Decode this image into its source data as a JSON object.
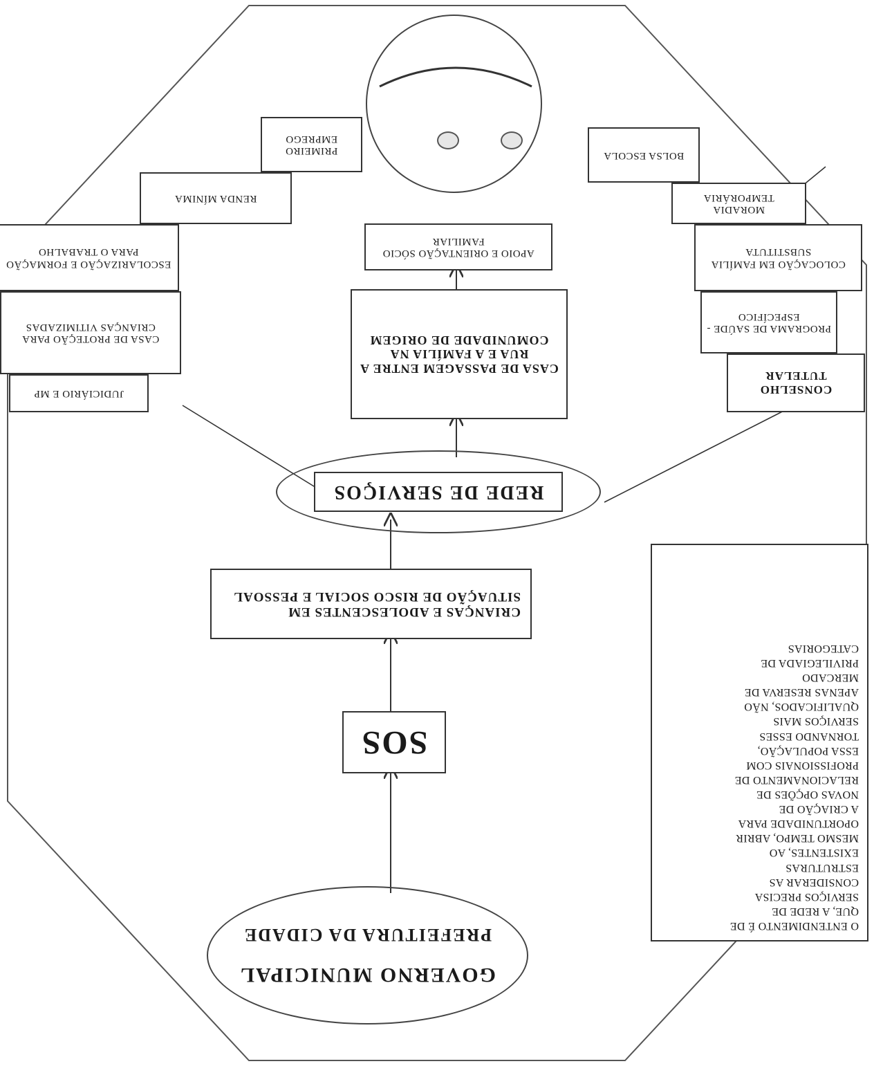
{
  "government": {
    "line1": "GOVERNO MUNICIPAL",
    "line2": "PREFEITURA DA CIDADE"
  },
  "sos": "SOS",
  "target_group": "CRIANÇAS E ADOLESCENTES EM SITUAÇÃO DE RISCO SOCIAL E PESSOAL",
  "network": "REDE DE SERVIÇOS",
  "left_column": {
    "judiciario": "JUDICIÁRIO E MP",
    "casa_protecao": "CASA DE PROTEÇÃO PARA CRIANÇAS VITIMIZADAS",
    "escolarizacao": "ESCOLARIZAÇÃO E FORMAÇÃO PARA O TRABALHO",
    "renda": "RENDA MÍNIMA",
    "emprego": "PRIMEIRO EMPREGO"
  },
  "center_column": {
    "casa_passagem": "CASA DE PASSAGEM ENTRE A RUA E A FAMÍLIA NA COMUNIDADE DE ORIGEM",
    "apoio": "APOIO E ORIENTAÇÃO SÓCIO FAMILIAR"
  },
  "right_column": {
    "conselho": "CONSELHO TUTELAR",
    "programa_saude": "PROGRAMA DE SAÚDE - ESPECÍFICO",
    "colocacao": "COLOCAÇÃO EM FAMÍLIA SUBSTITUTA",
    "moradia": "MORADIA TEMPORÁRIA",
    "bolsa": "BOLSA ESCOLA"
  },
  "note": "O ENTENDIMENTO É DE\nQUE, A REDE DE\nSERVIÇOS PRECISA\nCONSIDERAR AS\nESTRUTURAS\nEXISTENTES, AO\nMESMO TEMPO, ABRIR\nOPORTUNIDADE PARA\nA CRIAÇÃO DE\nNOVAS OPÇÕES DE\nRELACIONAMENTO DE\nPROFISSIONAIS COM\nESSA POPULAÇÃO,\nTORNANDO ESSES\nSERVIÇOS MAIS\nQUALIFICADOS, NÃO\nAPENAS RESERVA DE\nMERCADO\nPRIVILEGIADA DE\nCATEGORIAS"
}
